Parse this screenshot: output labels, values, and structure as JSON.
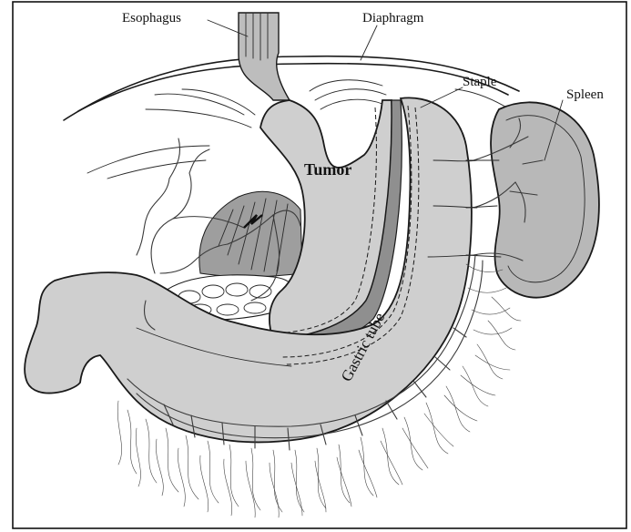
{
  "labels": {
    "esophagus": "Esophagus",
    "diaphragm": "Diaphragm",
    "staple": "Staple",
    "spleen": "Spleen",
    "tumor": "Tumor",
    "gastric_tube": "Gastric tube"
  },
  "colors": {
    "organ_fill": "#cfcfcf",
    "organ_dark": "#9a9a9a",
    "spleen_fill": "#b8b8b8",
    "outline": "#1a1a1a",
    "background": "#ffffff"
  }
}
